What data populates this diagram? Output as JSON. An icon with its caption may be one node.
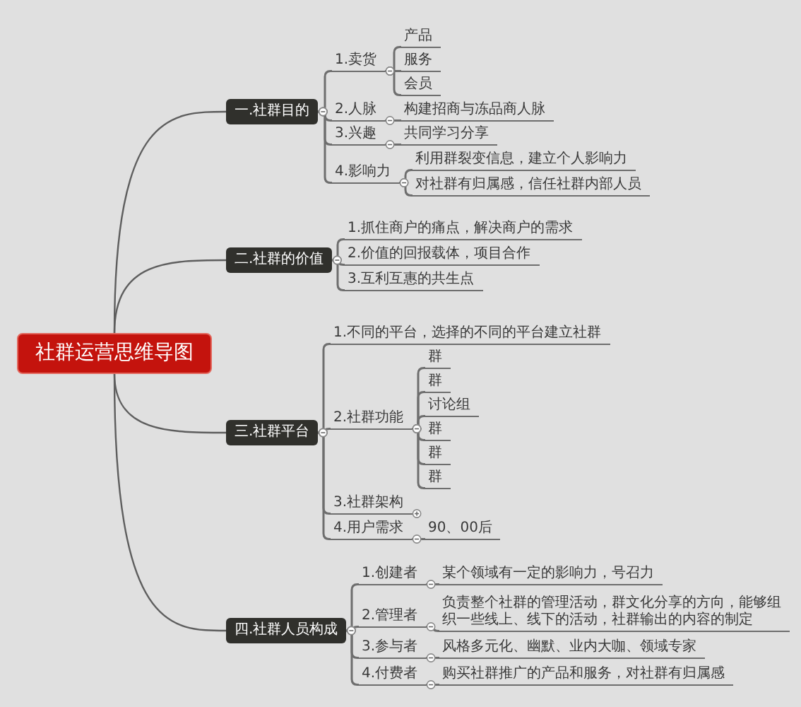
{
  "diagram": {
    "nodes": [
      {
        "text": [
          "社群运营思维导图"
        ]
      },
      {
        "text": [
          "一.社群目的"
        ]
      },
      {
        "text": [
          "1.卖货"
        ]
      },
      {
        "text": [
          "产品"
        ]
      },
      {
        "text": [
          "服务"
        ]
      },
      {
        "text": [
          "会员"
        ]
      },
      {
        "text": [
          "2.人脉"
        ]
      },
      {
        "text": [
          "构建招商与冻品商人脉"
        ]
      },
      {
        "text": [
          "3.兴趣"
        ]
      },
      {
        "text": [
          "共同学习分享"
        ]
      },
      {
        "text": [
          "4.影响力"
        ]
      },
      {
        "text": [
          "利用群裂变信息，建立个人影响力"
        ]
      },
      {
        "text": [
          "对社群有归属感，信任社群内部人员"
        ]
      },
      {
        "text": [
          "二.社群的价值"
        ]
      },
      {
        "text": [
          "1.抓住商户的痛点，解决商户的需求"
        ]
      },
      {
        "text": [
          "2.价值的回报载体，项目合作"
        ]
      },
      {
        "text": [
          "3.互利互惠的共生点"
        ]
      },
      {
        "text": [
          "三.社群平台"
        ]
      },
      {
        "text": [
          "1.不同的平台，选择的不同的平台建立社群"
        ]
      },
      {
        "text": [
          "2.社群功能"
        ]
      },
      {
        "text": [
          "群"
        ]
      },
      {
        "text": [
          "群"
        ]
      },
      {
        "text": [
          "讨论组"
        ]
      },
      {
        "text": [
          "群"
        ]
      },
      {
        "text": [
          "群"
        ]
      },
      {
        "text": [
          "群"
        ]
      },
      {
        "text": [
          "3.社群架构"
        ]
      },
      {
        "text": [
          "4.用户需求"
        ]
      },
      {
        "text": [
          "90、00后"
        ]
      },
      {
        "text": [
          "四.社群人员构成"
        ]
      },
      {
        "text": [
          "1.创建者"
        ]
      },
      {
        "text": [
          "某个领域有一定的影响力，号召力"
        ]
      },
      {
        "text": [
          "2.管理者"
        ]
      },
      {
        "text": [
          "负责整个社群的管理活动，群文化分享的方向，能够组织一些线上、线下的活动，社群输出的内容的制定"
        ]
      },
      {
        "text": [
          "3.参与者"
        ]
      },
      {
        "text": [
          "风格多元化、幽默、业内大咖、领域专家"
        ]
      },
      {
        "text": [
          "4.付费者"
        ]
      },
      {
        "text": [
          "购买社群推广的产品和服务，对社群有归属感"
        ]
      }
    ],
    "edges": [
      {
        "from": 0,
        "to": 1,
        "arrow": "none"
      },
      {
        "from": 0,
        "to": 13,
        "arrow": "none"
      },
      {
        "from": 0,
        "to": 17,
        "arrow": "none"
      },
      {
        "from": 0,
        "to": 29,
        "arrow": "none"
      },
      {
        "from": 1,
        "to": 2,
        "arrow": "other"
      },
      {
        "from": 1,
        "to": 6,
        "arrow": "other"
      },
      {
        "from": 1,
        "to": 8,
        "arrow": "other"
      },
      {
        "from": 1,
        "to": 10,
        "arrow": "other"
      },
      {
        "from": 2,
        "to": 3,
        "arrow": "other"
      },
      {
        "from": 2,
        "to": 4,
        "arrow": "other"
      },
      {
        "from": 2,
        "to": 5,
        "arrow": "other"
      },
      {
        "from": 6,
        "to": 7,
        "arrow": "other"
      },
      {
        "from": 8,
        "to": 9,
        "arrow": "other"
      },
      {
        "from": 10,
        "to": 11,
        "arrow": "other"
      },
      {
        "from": 10,
        "to": 12,
        "arrow": "other"
      },
      {
        "from": 13,
        "to": 14,
        "arrow": "other"
      },
      {
        "from": 13,
        "to": 15,
        "arrow": "other"
      },
      {
        "from": 13,
        "to": 16,
        "arrow": "other"
      },
      {
        "from": 17,
        "to": 18,
        "arrow": "other"
      },
      {
        "from": 17,
        "to": 19,
        "arrow": "other"
      },
      {
        "from": 17,
        "to": 26,
        "arrow": "other"
      },
      {
        "from": 17,
        "to": 27,
        "arrow": "other"
      },
      {
        "from": 19,
        "to": 20,
        "arrow": "other"
      },
      {
        "from": 19,
        "to": 21,
        "arrow": "other"
      },
      {
        "from": 19,
        "to": 22,
        "arrow": "other"
      },
      {
        "from": 19,
        "to": 23,
        "arrow": "other"
      },
      {
        "from": 19,
        "to": 24,
        "arrow": "other"
      },
      {
        "from": 19,
        "to": 25,
        "arrow": "other"
      },
      {
        "from": 27,
        "to": 28,
        "arrow": "other"
      },
      {
        "from": 29,
        "to": 30,
        "arrow": "other"
      },
      {
        "from": 29,
        "to": 32,
        "arrow": "other"
      },
      {
        "from": 29,
        "to": 34,
        "arrow": "other"
      },
      {
        "from": 29,
        "to": 36,
        "arrow": "other"
      },
      {
        "from": 30,
        "to": 31,
        "arrow": "other"
      },
      {
        "from": 32,
        "to": 33,
        "arrow": "other"
      },
      {
        "from": 34,
        "to": 35,
        "arrow": "other"
      },
      {
        "from": 36,
        "to": 37,
        "arrow": "other"
      }
    ]
  }
}
